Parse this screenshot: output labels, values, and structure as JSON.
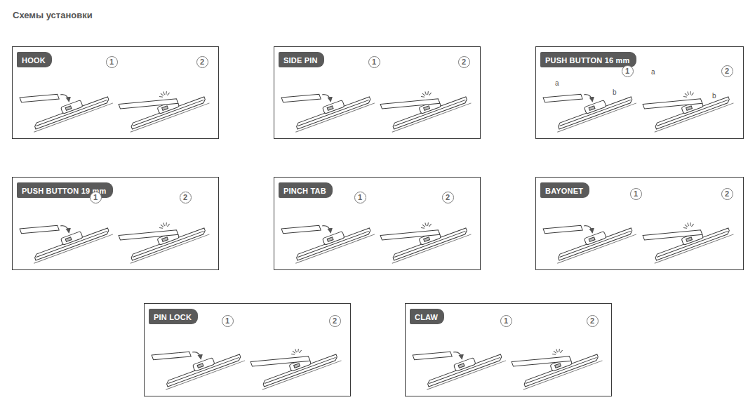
{
  "diagram": {
    "title": "Схемы установки",
    "nodes": [
      {
        "text": [
          "HOOK"
        ]
      },
      {
        "text": [
          "1"
        ],
        "in": 0
      },
      {
        "text": [
          "2"
        ],
        "in": 0
      },
      {
        "text": [
          "SIDE PIN"
        ]
      },
      {
        "text": [
          "1"
        ],
        "in": 3
      },
      {
        "text": [
          "2"
        ],
        "in": 3
      },
      {
        "text": [
          "PUSH BUTTON 16 mm"
        ]
      },
      {
        "text": [
          "1"
        ],
        "in": 6
      },
      {
        "text": [
          "2"
        ],
        "in": 6
      },
      {
        "text": [
          "PUSH BUTTON 19 mm"
        ]
      },
      {
        "text": [
          "1"
        ],
        "in": 9
      },
      {
        "text": [
          "2"
        ],
        "in": 9
      },
      {
        "text": [
          "PINCH TAB"
        ]
      },
      {
        "text": [
          "1"
        ],
        "in": 12
      },
      {
        "text": [
          "2"
        ],
        "in": 12
      },
      {
        "text": [
          "BAYONET"
        ]
      },
      {
        "text": [
          "1"
        ],
        "in": 15
      },
      {
        "text": [
          "2"
        ],
        "in": 15
      },
      {
        "text": [
          "PIN LOCK"
        ]
      },
      {
        "text": [
          "1"
        ],
        "in": 18
      },
      {
        "text": [
          "2"
        ],
        "in": 18
      },
      {
        "text": [
          "CLAW"
        ]
      },
      {
        "text": [
          "1"
        ],
        "in": 21
      },
      {
        "text": [
          "2"
        ],
        "in": 21
      }
    ],
    "labels": [
      "a",
      "b",
      "a",
      "b"
    ]
  }
}
